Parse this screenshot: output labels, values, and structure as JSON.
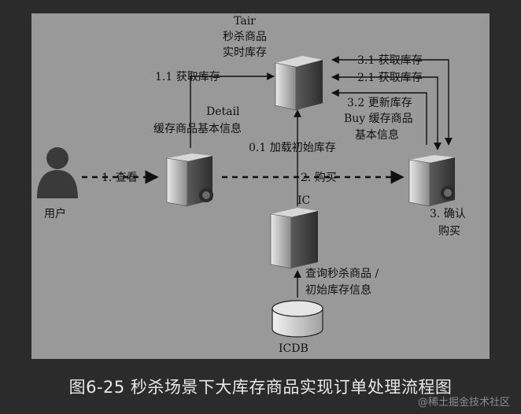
{
  "diagram": {
    "background": "#999999",
    "nodes": {
      "user": "用户",
      "detail": [
        "Detail",
        "缓存商品基本信息"
      ],
      "tair": [
        "Tair",
        "秒杀商品",
        "实时库存"
      ],
      "ic": "IC",
      "buy": [
        "Buy 缓存商品",
        "基本信息"
      ],
      "icdb": "ICDB"
    },
    "edges": {
      "view": "1. 查看",
      "detail_get_stock": "1.1 获取库存",
      "load_initial_stock": "0.1 加载初始库存",
      "purchase": "2. 购买",
      "get_stock_21": "2.1 获取库存",
      "get_stock_31": "3.1 获取库存",
      "update_stock_32": "3.2 更新库存",
      "confirm": [
        "3. 确认",
        "购买"
      ],
      "query": [
        "查询秒杀商品 /",
        "初始库存信息"
      ]
    }
  },
  "caption": "图6-25 秒杀场景下大库存商品实现订单处理流程图",
  "watermark": "@稀土掘金技术社区"
}
